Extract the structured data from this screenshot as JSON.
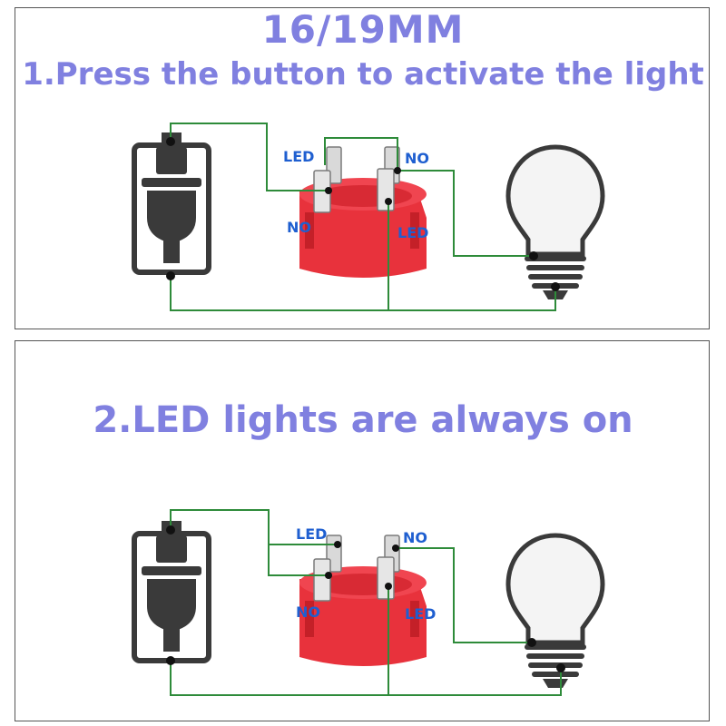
{
  "header": {
    "title": "16/19MM"
  },
  "step1": {
    "title": "1.Press the button to activate the light",
    "labels": {
      "led_top": "LED",
      "no_top": "NO",
      "no_bottom": "NO",
      "led_bottom": "LED"
    }
  },
  "step2": {
    "title": "2.LED lights are always on",
    "labels": {
      "led_top": "LED",
      "no_top": "NO",
      "no_bottom": "NO",
      "led_bottom": "LED"
    }
  },
  "colors": {
    "title": "#8080e0",
    "wire": "#2e8b3a",
    "switch_body": "#e8323c",
    "pin_label": "#1f5fd0",
    "plug": "#3a3a3a"
  },
  "icons": [
    "power-plug-icon",
    "light-bulb-icon",
    "push-button-switch-icon"
  ]
}
